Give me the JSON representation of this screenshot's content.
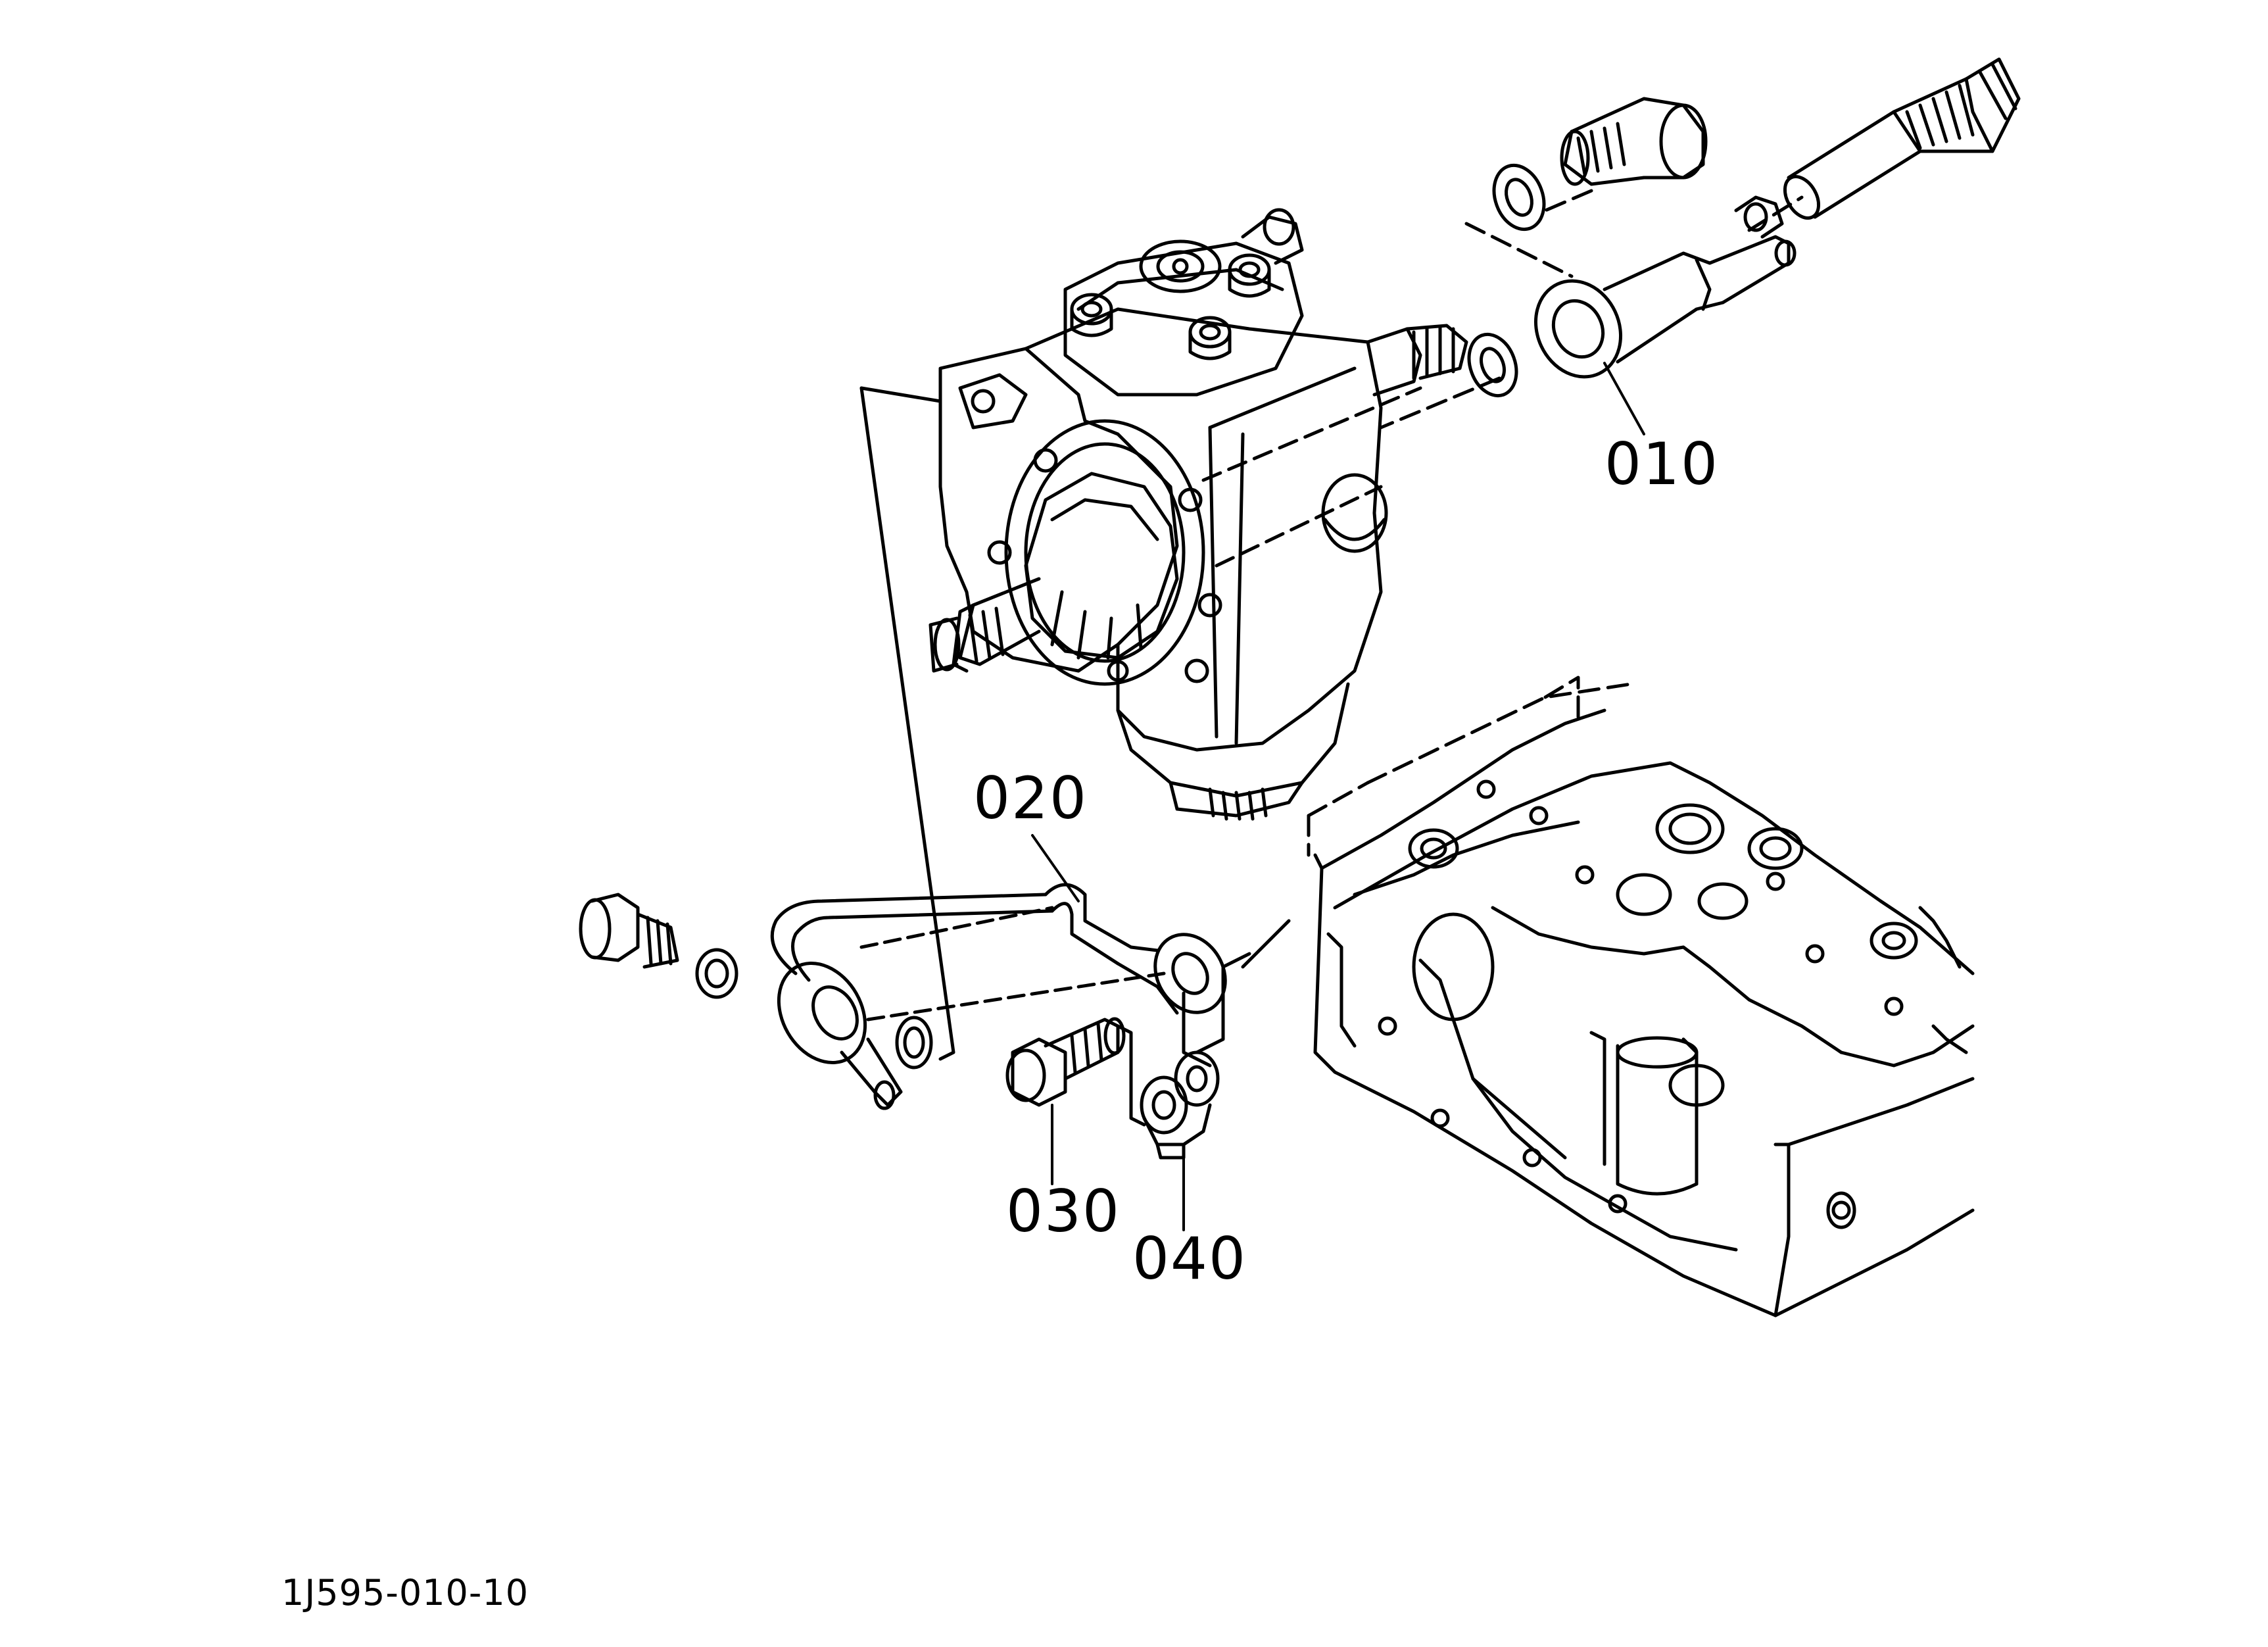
{
  "parts": [
    {
      "label": "010"
    },
    {
      "label": "020"
    },
    {
      "label": "030"
    },
    {
      "label": "040"
    }
  ],
  "drawing_id": "1J595-010-10",
  "colors": {
    "ink": "#000000",
    "paper": "#ffffff"
  }
}
